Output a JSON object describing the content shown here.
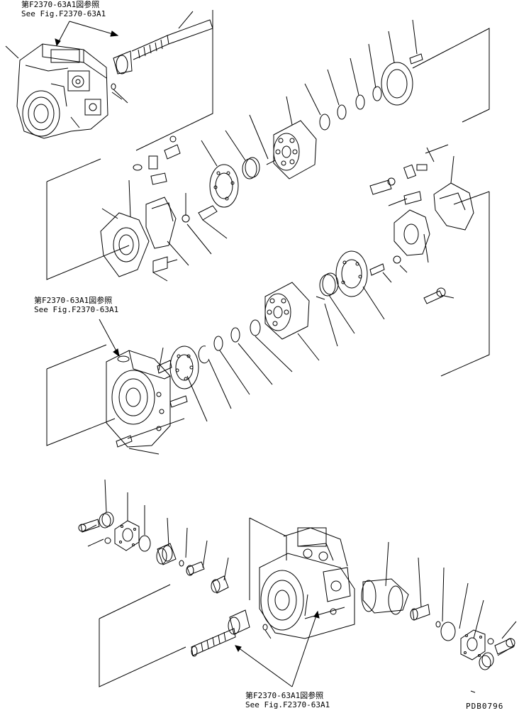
{
  "references": {
    "top": {
      "jp": "第F2370-63A1図参照",
      "en": "See Fig.F2370-63A1"
    },
    "middle": {
      "jp": "第F2370-63A1図参照",
      "en": "See Fig.F2370-63A1"
    },
    "bottom": {
      "jp": "第F2370-63A1図参照",
      "en": "See Fig.F2370-63A1"
    }
  },
  "drawing_number": "PDB0796",
  "colors": {
    "ink": "#000000",
    "paper": "#ffffff"
  }
}
